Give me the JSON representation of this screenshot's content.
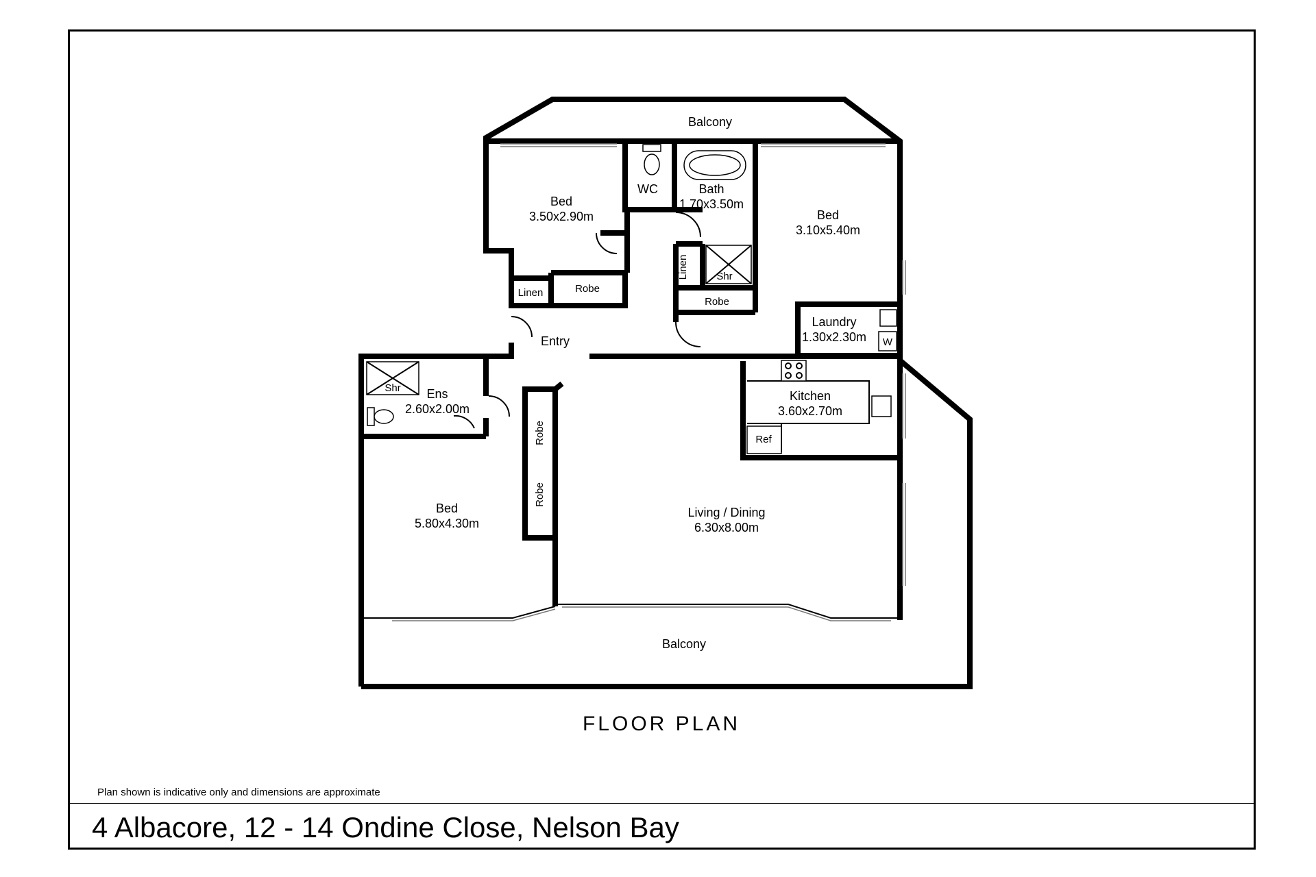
{
  "plan": {
    "title": "FLOOR PLAN",
    "disclaimer": "Plan shown is indicative only and dimensions are approximate",
    "address": "4 Albacore, 12 - 14 Ondine Close, Nelson Bay"
  },
  "rooms": {
    "balcony_top": {
      "name": "Balcony"
    },
    "bed1": {
      "name": "Bed",
      "size": "3.50x2.90m"
    },
    "wc": {
      "name": "WC"
    },
    "bath": {
      "name": "Bath",
      "size": "1.70x3.50m"
    },
    "bed2": {
      "name": "Bed",
      "size": "3.10x5.40m"
    },
    "linen1": {
      "name": "Linen"
    },
    "robe1": {
      "name": "Robe"
    },
    "linen2": {
      "name": "Linen"
    },
    "shr_bath": {
      "name": "Shr"
    },
    "robe2": {
      "name": "Robe"
    },
    "laundry": {
      "name": "Laundry",
      "size": "1.30x2.30m",
      "washer": "W"
    },
    "entry": {
      "name": "Entry"
    },
    "ens": {
      "name": "Ens",
      "size": "2.60x2.00m",
      "shower": "Shr"
    },
    "kitchen": {
      "name": "Kitchen",
      "size": "3.60x2.70m",
      "fridge": "Ref"
    },
    "robe3": {
      "name": "Robe"
    },
    "robe4": {
      "name": "Robe"
    },
    "bed3": {
      "name": "Bed",
      "size": "5.80x4.30m"
    },
    "living": {
      "name": "Living / Dining",
      "size": "6.30x8.00m"
    },
    "balcony_bottom": {
      "name": "Balcony"
    }
  }
}
